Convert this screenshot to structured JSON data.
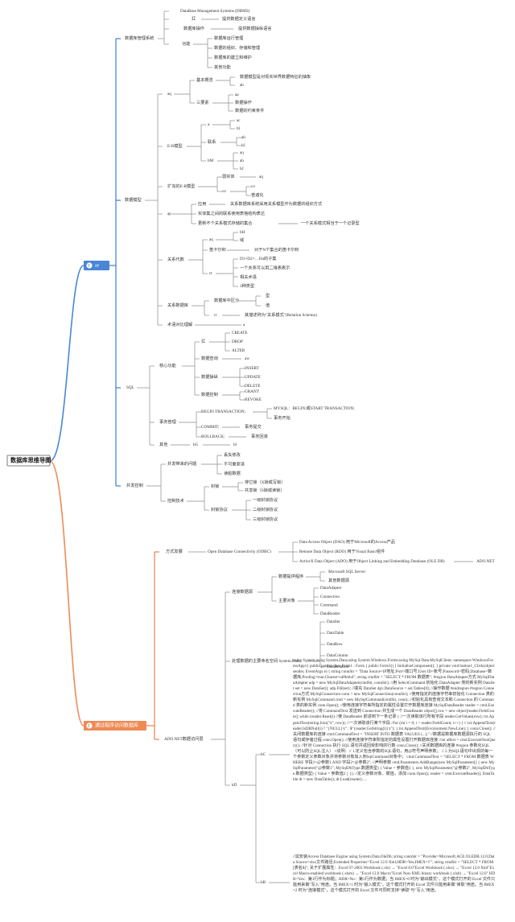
{
  "root": "数据库思维导图",
  "branch1": {
    "badge": "1",
    "label": "ae",
    "dbms": {
      "label": "数据库管理系统",
      "title": "DataBase Management Systems (DBMS)",
      "items": [
        "扛",
        "数据库操作",
        "功能"
      ],
      "extra": [
        "提供数据定义语言",
        "提供数据操纵语言"
      ],
      "functions": [
        "数据库运行管理",
        "数据的组织、存储和管理",
        "数据库的建立和维护",
        "其他功能"
      ]
    },
    "model": {
      "label": "数据模型",
      "aq": {
        "label": "aq",
        "concept": "基本概念",
        "concept_items": [
          "数据模型是对现实世界数据特征的抽象",
          "ab"
        ],
        "three": "三要素",
        "three_items": [
          "aa",
          "数据操作",
          "数据的约束条件"
        ]
      },
      "er": {
        "label": "E-R模型",
        "a": "a",
        "a_items": [
          "ac",
          "bl"
        ],
        "contact": "联系",
        "contact_items": [
          "ah",
          "bJ"
        ],
        "bm": "bM",
        "bm_items": [
          "aq",
          "ah",
          "bJ"
        ]
      },
      "ext": {
        "label": "扩充的E-R模型",
        "weak": "弱实体",
        "weak_sub": "aq",
        "co": "co",
        "co_items": [
          "co",
          "普遍化"
        ]
      },
      "ap": {
        "label": "ap",
        "apply": "应用",
        "apply_text": "关系数据库系统采用关系模型作为数据的组织方式",
        "entity": "实体集之间的联系使用表格结构表达",
        "update": "更新不个关系模式存储的集合",
        "update_text": "一个关系模式相当于一个记录型"
      },
      "algebra": {
        "label": "关系代数",
        "aq": "aq",
        "aq_items": [
          "bH",
          "域"
        ],
        "cart": "笛卡尔积",
        "cart_text": "对于N个集合的笛卡尔积",
        "ct": "ct",
        "ct_items": [
          "D1×D2×…Dn的子集",
          "一个关系可以用二维表表示",
          "相关术语",
          "3种类型"
        ]
      },
      "reldb": {
        "label": "关系数据库",
        "db": "数据库中区分",
        "db_items": [
          "型",
          "值"
        ],
        "rr": "rr",
        "rr_text": "其描述称为\"关系模式\"(Relation Schema)"
      },
      "terms": "术语对比理解",
      "terms_sub": "a"
    },
    "sql": {
      "label": "SQL",
      "core": "核心功能",
      "fu": "扛",
      "fu_items": [
        "CREATE",
        "DROP",
        "ALTER"
      ],
      "query": "数据查询",
      "query_sub": "aw",
      "manip": "数据操纵",
      "manip_items": [
        "INSERT",
        "UPDATE",
        "DELETE"
      ],
      "control": "数据控制",
      "control_items": [
        "GRANT",
        "REVOKE"
      ],
      "trans": "事务管理",
      "begin": "BEGIN TRANSACTION;",
      "begin_items": [
        "MYSQL：BEGIN;或START TRANSACTION;",
        "事务开始"
      ],
      "commit": "COMMIT;",
      "commit_text": "事务提交",
      "rollback": "ROLLBACK;",
      "rollback_text": "事务回滚",
      "other": "其他",
      "other_sub": "bG",
      "other_sub2": "bl"
    },
    "conc": {
      "label": "并发控制",
      "problems": "并发带来的问题",
      "problems_items": [
        "丢失修改",
        "不可重复读",
        "读脏数据"
      ],
      "tech": "控制技术",
      "lock": "封锁",
      "lock_items": [
        "排它锁（X锁或写锁）",
        "共享锁（S锁或读锁）"
      ],
      "proto": "封锁协议",
      "proto_items": [
        "一级封锁协议",
        "二级封锁协议",
        "三级封锁协议"
      ]
    }
  },
  "branch2": {
    "badge": "2",
    "label": "通过程序访问数据库",
    "ways": {
      "label": "方式发展",
      "odbc": "Open Database Connectivity (ODBC)",
      "odbc_items": [
        "Data Access Object (DAO) 用于Microsoft的Access产品",
        "Remote Data Object (RDO) 用于Visual Basic组件",
        "ActiveX Data Object (ADO) 用于Object Linking and Embedding Database (OLE DB)"
      ],
      "adonet": "ADO.NET"
    },
    "adonet": {
      "label": "ADO.NET数据访问层",
      "conn": "连接数据源",
      "provider": "数据提供程序",
      "provider_items": [
        "Microsoft SQL Server",
        "其他数据源"
      ],
      "objects": "主要对象",
      "objects_items": [
        "DataAdapter",
        "Connection",
        "Command",
        "DataReader"
      ],
      "ds": "处理数据的主要命名空间 System.Data",
      "ds_items": [
        "DataSet",
        "DataTable",
        "DataRow",
        "DataColumn",
        "DataRelation"
      ],
      "kd": "kD",
      "bc": "bC",
      "lb": "bB",
      "code1": "using System;using System.Data;using System.Windows.Forms;using MySql.Data.MySqlClient; namespace WindowsFormsApp1{ public partial class Form1 : Form { public Form1() { InitializeComponent(); } private void button1_Click(object sender, EventArgs e) { string connStr = \"Data Source=IP地址;Port=端口号;User ID=账号;Password=密码;Database=数据库;Pooling=true;Charset=utf8mb4\"; string cmdStr = \"SELECT * FROM 数据表\"; #region DataAdapter方式 MySqlDataAdapter adp = new MySqlDataAdapter(cmdStr, connStr); //用 SelectCommand 初始化 DataAdapter 类的新实例 DataSet set = new DataSet(); adp.Fill(set); //填充 DataSet dgv.DataSource = set.Tables[0]; //操作数据 #endregion #region Connection方式 MySqlConnection conn = new MySqlConnection(connStr); //使用指定的连接字符串初始化 Connection 类的新实例 MySqlCommand cmd = new MySqlCommand(cmdStr, conn); //初始化具有查询文本和 Connection 的 Command 类的新实例 conn.Open(); //使用连接字符串所指定的属性设置打开数据库连接 MySqlDataReader reader = cmd.ExecuteReader(); //将 CommandText 发送到 Connection 并生成一个 DataReader object[] row = new object[reader.FieldCount]; while (reader.Read()) //使 DataReader 前进到下一条记录 { //一次读取该行所有字段 reader.GetValues(row); txt.AppendText(string.Join(\"\\t\", row)); //一次读取该行某个字段 //for (int i = 0; i < reader.FieldCount; i++) { // txt.AppendText(reader.IsDBNull(i) ? \"{NULL}\\t\" : $\"{reader.GetString(i)}\\t\"); } txt.AppendText(Environment.NewLine); } conn.Close(); //关闭数据库的连接 cmd.CommandText = \"INSERT INTO 数据表 VALUES (...);\" //数据是数据库数据源执行的 SQL 语句或存储过程 conn.Open(); //使用连接字符串所指定的属性设置打开数据库连接 //int affect = cmd.ExecuteNonQuery(); //针对 Connection 执行 SQL 语句并返回受影响的行数 conn.Close(); //关闭数据库的连接 #region 参数化SQL（可以防止SQL注入） //说明：// 1.定义包含参数的SQL语句，用@符号声明参数； // 2.为SQL语句中出现的每一个参数定义参数对象并将参数对象加入到SqlCommand对象中； cmd.CommandText = \"SELECT * FROM 数据表 WHERE 字段1=@参数1 AND 字段2=@参数2\"; //声明参数 cmd.Parameters.AddRange(new MySqlParameter[] { new MySqlParameter(\"@参数1\", MySqlDbType.数据类型) { Value = 参数值1 }, new MySqlParameter(\"@参数2\", MySqlDbType.数据类型) { Value = 参数值2 } }); //定义参数对象、赋值，添加 conn.Open(); reader = cmd.ExecuteReader(); DataTable dt = new DataTable(); dt.Load(reader); ...",
      "code2": "//需安装Access Database Engine using System.Data.OleDb; string connStr = \"Provider=Microsoft.ACE.OLEDB.12.0;Data Source=xlsx文件路径;Extended Properties='Excel 12.0 Xml;HDR=Yes;IMEX=1'\"; string cmdStr = \"SELECT * FROM [表名$]\"; 关于扩展属性：Excel 97-2003 Workbook (.xls) → \"Excel 8.0\"Excel Workbook (.xlsx) → \"Excel 12.0 Xml\"Excel Macro-enabled workbook (.xlsm) → \"Excel 12.0 Macro\"Excel Non-XML binary workbook (.xlsb) → \"Excel 12.0\" HDR=Yes：第1行作为标题；HDR=No：第1行作为数据；当 IMEX=0 时为\"输出模式\"，这个模式打开的 Excel 文件只能用来做\"写入\"用途。当 IMEX=1 时为\"输入模式\"，这个模式打开的 Excel 文件只能用来做\"读取\"用途。当 IMEX=2 时为\"连接模式\"，这个模式打开的 Excel 文件可同时支持\"读取\"与\"写入\"用途。"
    }
  },
  "colors": {
    "branch1": "#4a86d6",
    "branch2": "#ef8a55",
    "line": "#8a8a8a",
    "root_border": "#5a5a5a"
  }
}
